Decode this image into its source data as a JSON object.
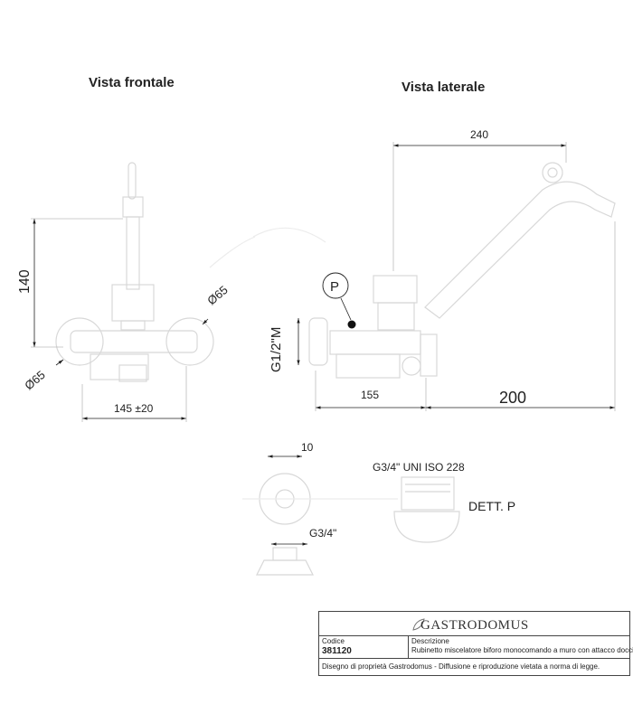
{
  "views": {
    "front_title": "Vista frontale",
    "side_title": "Vista laterale"
  },
  "dimensions": {
    "front_height": "140",
    "front_width": "145 ±20",
    "front_diam_right": "Ø65",
    "front_diam_left": "Ø65",
    "side_top": "240",
    "side_mid": "155",
    "side_long": "200",
    "side_thread": "G1/2\"M",
    "detail_p_label": "P",
    "detail_top_width": "10",
    "detail_thread": "G3/4\"",
    "dett_thread": "G3/4\" UNI ISO 228",
    "dett_label": "DETT. P"
  },
  "title_block": {
    "brand": "GASTRODOMUS",
    "code_label": "Codice",
    "code_value": "381120",
    "desc_label": "Descrizione",
    "desc_value": "Rubinetto miscelatore biforo monocomando a muro con attacco doccia",
    "footer": "Disegno di proprietà Gastrodomus -  Diffusione e riproduzione vietata a norma di legge."
  },
  "colors": {
    "line": "#222222",
    "light_line": "#cccccc"
  }
}
